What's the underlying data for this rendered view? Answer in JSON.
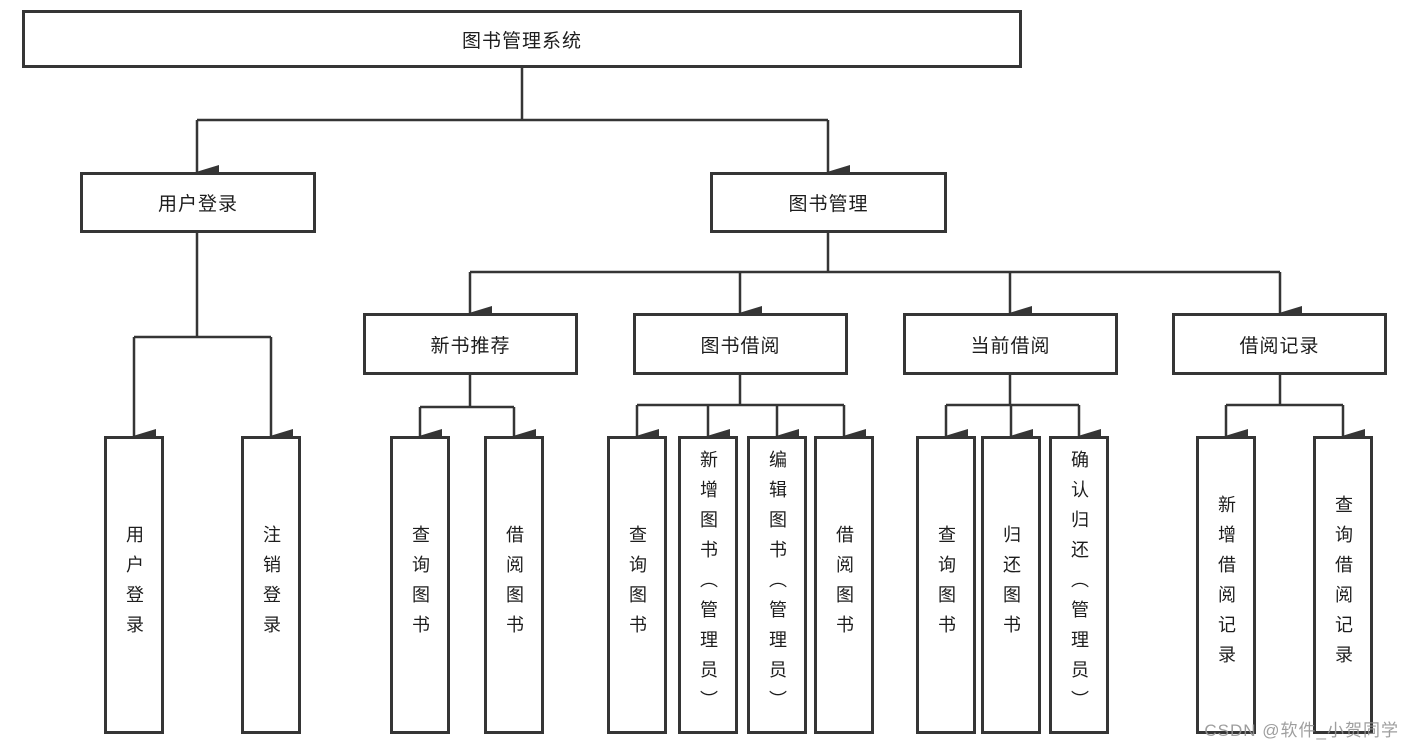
{
  "diagram": {
    "root": "图书管理系统",
    "level2": {
      "user_login": "用户登录",
      "book_mgmt": "图书管理"
    },
    "level3": {
      "new_book_rec": "新书推荐",
      "book_borrow": "图书借阅",
      "current_borrow": "当前借阅",
      "borrow_records": "借阅记录"
    },
    "leaves": {
      "login": "用户登录",
      "logout": "注销登录",
      "rec_query_book": "查询图书",
      "rec_borrow_book": "借阅图书",
      "bb_query_book": "查询图书",
      "bb_add_book": "新增图书（管理员）",
      "bb_edit_book": "编辑图书（管理员）",
      "bb_borrow_book": "借阅图书",
      "cb_query_book": "查询图书",
      "cb_return_book": "归还图书",
      "cb_confirm_return": "确认归还（管理员）",
      "br_add_record": "新增借阅记录",
      "br_query_record": "查询借阅记录"
    }
  },
  "watermark": "CSDN @软件_小贺同学",
  "colors": {
    "line": "#353535",
    "box_border": "#353535",
    "text": "#1d1d1d",
    "watermark": "#949494",
    "background": "#ffffff"
  }
}
